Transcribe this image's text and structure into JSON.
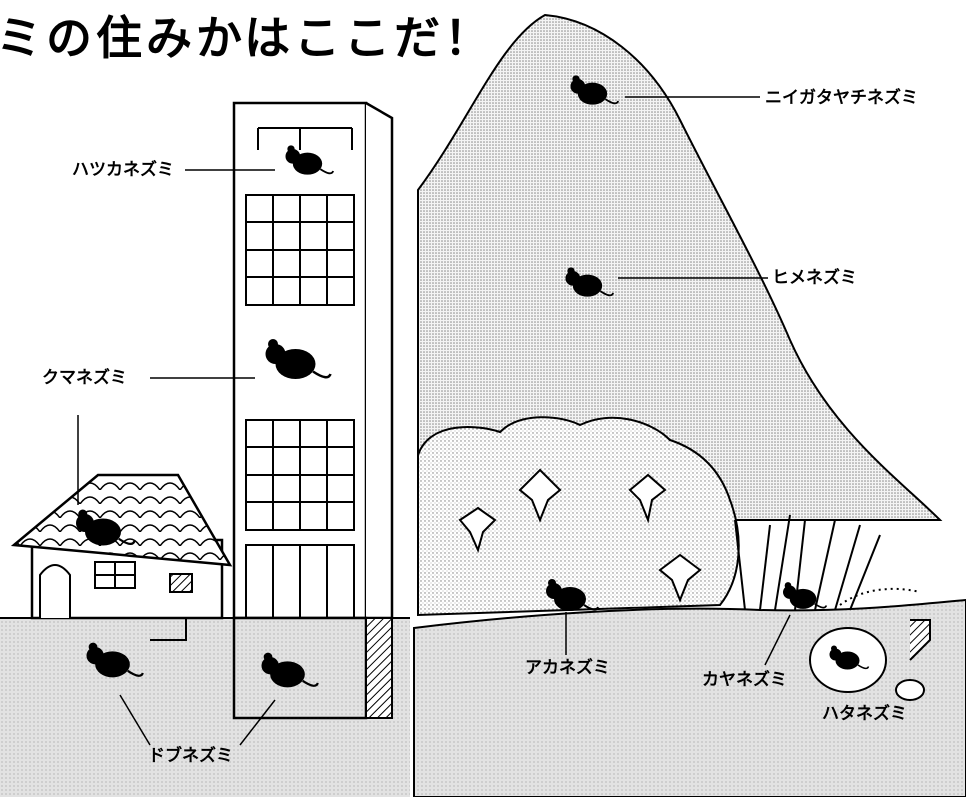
{
  "title": "ミの住みかはここだ！",
  "labels": {
    "niigatayachinezumi": "ニイガタヤチネズミ",
    "hatsukanezumi": "ハツカネズミ",
    "himenezumi": "ヒメネズミ",
    "kumanezumi": "クマネズミ",
    "akanezumi": "アカネズミ",
    "kayanezumi": "カヤネズミ",
    "hatanezumi": "ハタネズミ",
    "dobunezumi": "ドブネズミ"
  },
  "colors": {
    "ink": "#000000",
    "paper": "#ffffff",
    "ground": "#d6d6d6",
    "mountain": "#bdbdbd",
    "forest": "#e6e6e6"
  }
}
